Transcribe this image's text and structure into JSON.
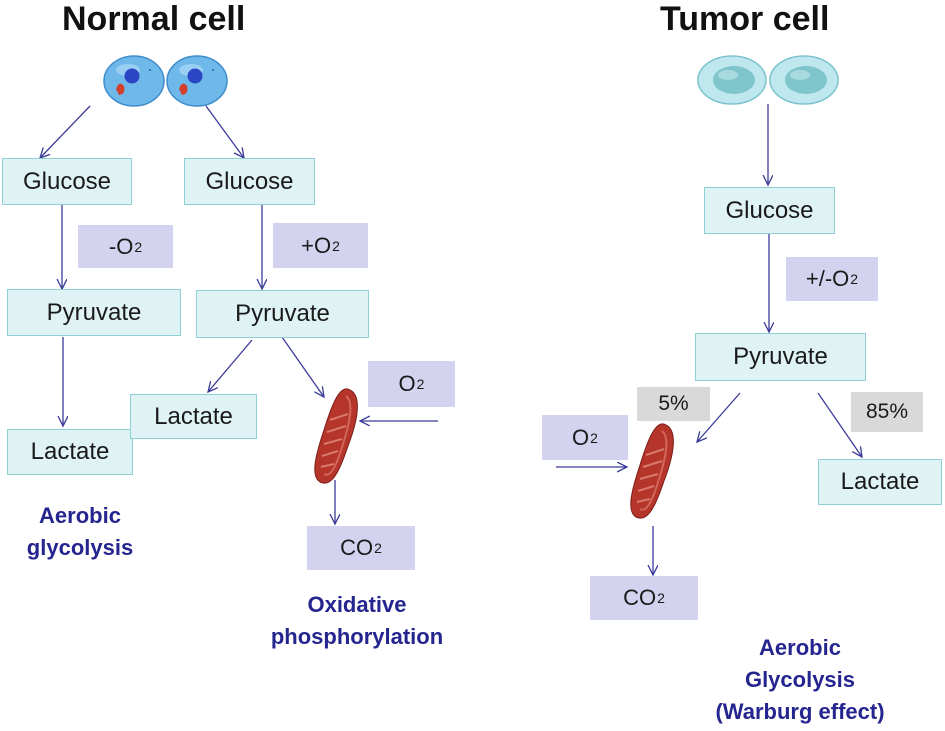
{
  "titles": {
    "normal": "Normal cell",
    "tumor": "Tumor cell"
  },
  "nodes": {
    "glucose": "Glucose",
    "pyruvate": "Pyruvate",
    "lactate": "Lactate"
  },
  "conditions": {
    "no_oxygen": {
      "sign": "-O",
      "sub": "2"
    },
    "with_oxygen": {
      "sign": "+O",
      "sub": "2"
    },
    "either_oxygen": {
      "sign": "+/-O",
      "sub": "2"
    },
    "oxygen": {
      "sign": "O",
      "sub": "2"
    },
    "carbon_dioxide": {
      "sign": "CO",
      "sub": "2"
    }
  },
  "percentages": {
    "oxphos": "5%",
    "lactate": "85%"
  },
  "captions": {
    "normal_anaerobic": [
      "Aerobic",
      "glycolysis"
    ],
    "normal_oxphos": [
      "Oxidative",
      "phosphorylation"
    ],
    "tumor": [
      "Aerobic",
      "Glycolysis",
      "(Warburg effect)"
    ]
  },
  "colors": {
    "arrow": "#3b3b9a",
    "node_fill": "#dff3f5",
    "node_border": "#8fcfd6",
    "chip_fill": "#d3d3f0",
    "pct_fill": "#d9d9d9",
    "caption": "#25258f",
    "mito": "#b5352b",
    "normal_cell": "#6fb8ea",
    "tumor_cell": "#bfe7ee"
  },
  "icons": [
    "normal-cell-icon",
    "tumor-cell-icon",
    "mitochondrion-icon"
  ]
}
